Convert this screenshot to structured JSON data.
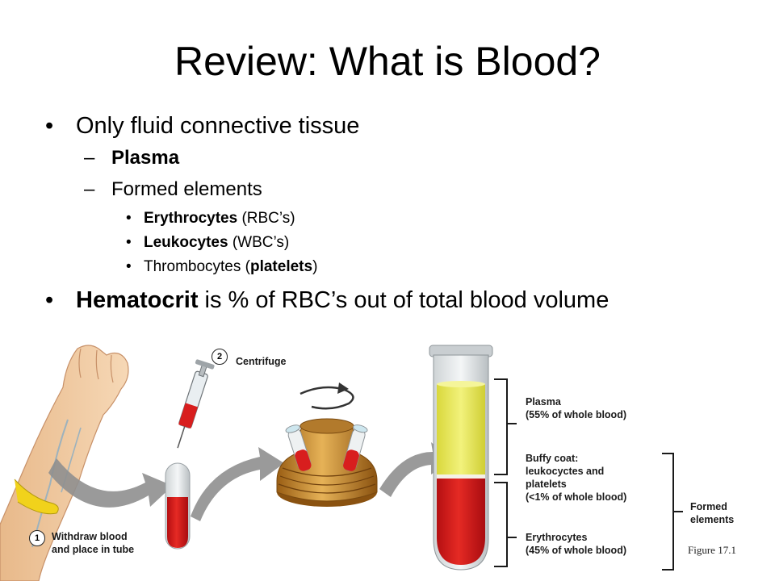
{
  "title": "Review: What is Blood?",
  "bullets": {
    "b1": "Only fluid connective tissue",
    "b1_1": "Plasma",
    "b1_2": "Formed elements",
    "b1_2_1": {
      "bold": "Erythrocytes",
      "rest": " (RBC’s)"
    },
    "b1_2_2": {
      "bold": "Leukocytes",
      "rest": " (WBC’s)"
    },
    "b1_2_3": {
      "pre": "Thrombocytes (",
      "bold": "platelets",
      "post": ")"
    },
    "b2": {
      "bold": "Hematocrit",
      "rest": " is % of RBC’s out of total blood volume"
    }
  },
  "markers": {
    "bullet": "•",
    "dash": "–"
  },
  "figure": {
    "step1": {
      "num": "1",
      "line1": "Withdraw blood",
      "line2": "and place in tube"
    },
    "step2": {
      "num": "2",
      "label": "Centrifuge"
    },
    "plasma": {
      "line1": "Plasma",
      "line2": "(55% of whole blood)"
    },
    "buffy": {
      "line1": "Buffy coat:",
      "line2": "leukocyctes and",
      "line3": "platelets",
      "line4": "(<1% of whole blood)"
    },
    "erythrocytes": {
      "line1": "Erythrocytes",
      "line2": "(45% of whole blood)"
    },
    "formed": {
      "line1": "Formed",
      "line2": "elements"
    },
    "figure_ref": "Figure 17.1"
  },
  "colors": {
    "plasma": "#e9e85a",
    "blood": "#d81e1e",
    "buffy": "#f5f1e6",
    "centrifuge": "#c98b2a",
    "arrow": "#8f8f8f"
  }
}
